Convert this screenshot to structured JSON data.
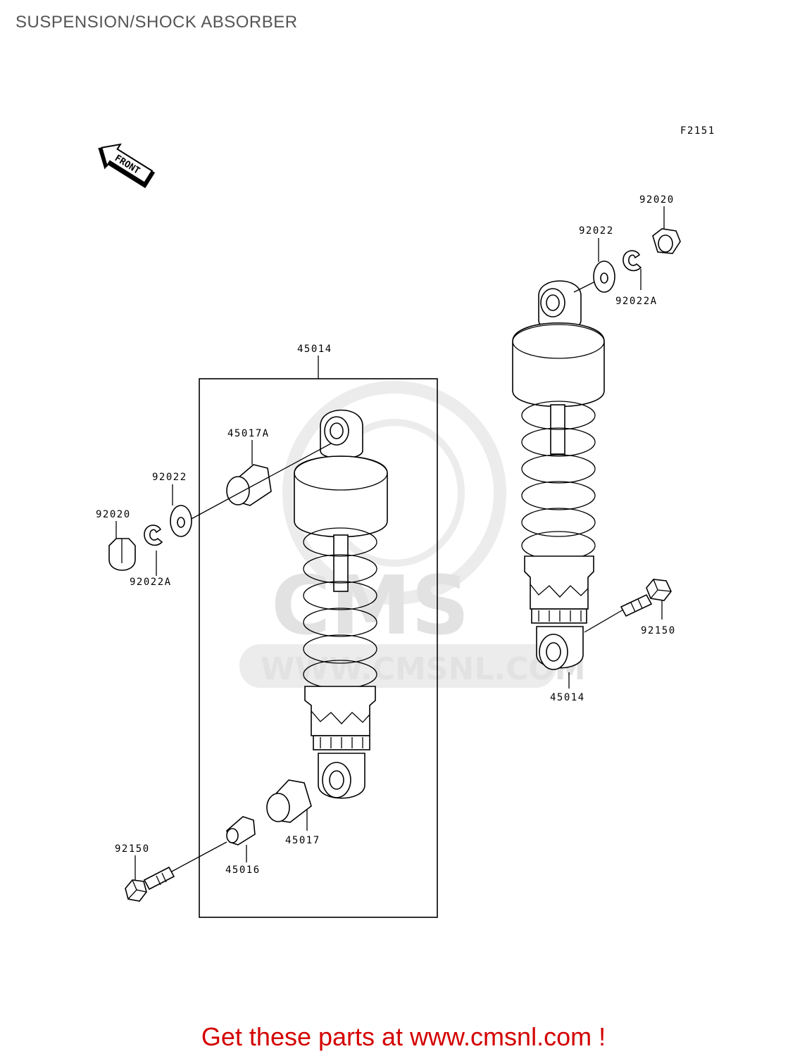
{
  "page_title": "SUSPENSION/SHOCK ABSORBER",
  "figure_code": "F2151",
  "front_label": "FRONT",
  "watermark": {
    "brand": "CMS",
    "url": "WWW.CMSNL.COM"
  },
  "callouts": {
    "shock_group": "45014",
    "shock_single": "45014",
    "bushing_upper": "45017A",
    "bushing_lower": "45017",
    "collar": "45016",
    "washer_left": "92022",
    "washer_right": "92022",
    "cap_nut_left": "92020",
    "nut_right": "92020",
    "circlip_left": "92022A",
    "circlip_right": "92022A",
    "bolt_left": "92150",
    "bolt_right": "92150"
  },
  "footer": {
    "text": "Get these parts at www.cmsnl.com !",
    "color": "#d40000"
  }
}
